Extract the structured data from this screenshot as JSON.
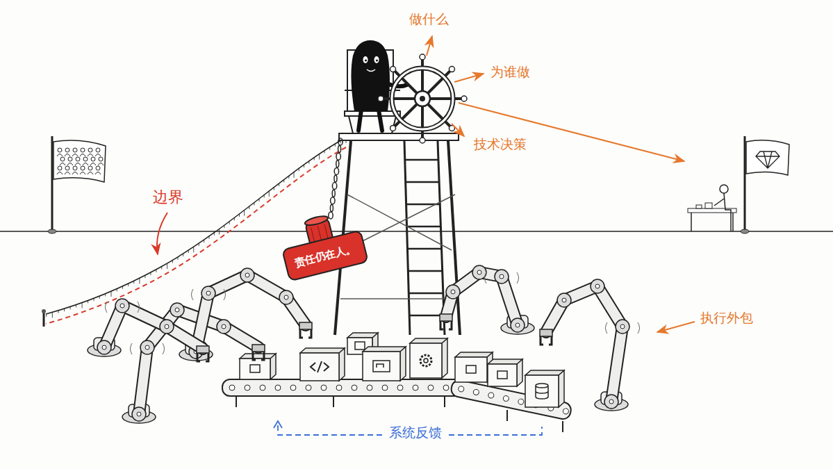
{
  "diagram": {
    "nodes": [
      {
        "text": [
          "责任仍在人。"
        ]
      }
    ],
    "labels": [
      "做什么",
      "为谁做",
      "技术决策",
      "边界",
      "执行外包",
      "系统反馈"
    ]
  }
}
